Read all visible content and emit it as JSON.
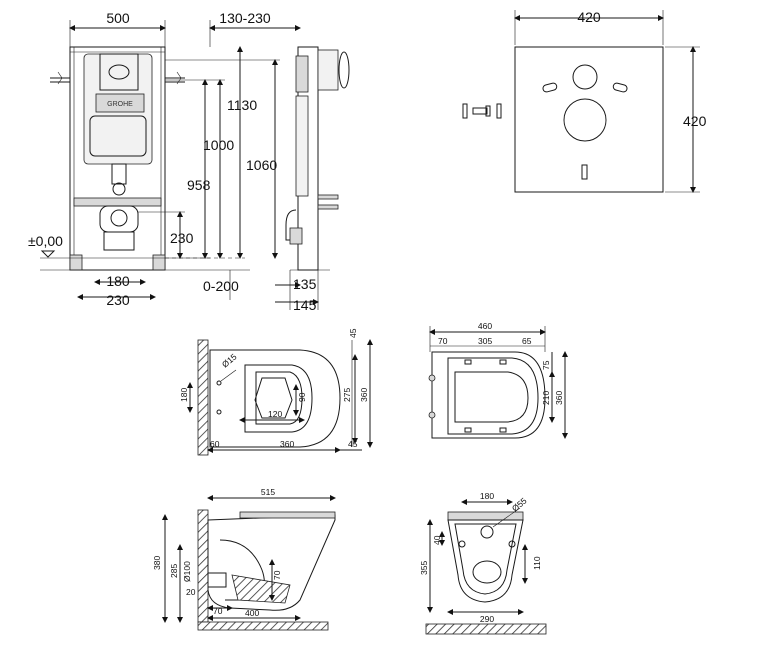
{
  "frame_view": {
    "width_top": "500",
    "depth_adjust": "130-230",
    "h1130": "1130",
    "h1000": "1000",
    "h958": "958",
    "h1060": "1060",
    "floor_level": "±0,00",
    "h230": "230",
    "w180": "180",
    "w230": "230",
    "floor_range": "0-200",
    "d135": "135",
    "d145": "145"
  },
  "insulation_view": {
    "width": "420",
    "height": "420"
  },
  "top_view": {
    "d15": "Ø15",
    "h180": "180",
    "d60": "60",
    "w120": "120",
    "h90": "90",
    "w360": "360",
    "w45b": "45",
    "h45t": "45",
    "h275": "275",
    "h360": "360"
  },
  "seat_view": {
    "w460": "460",
    "w70": "70",
    "w305": "305",
    "w65": "65",
    "h75": "75",
    "h210": "210",
    "h360": "360"
  },
  "side_view": {
    "w515": "515",
    "h380": "380",
    "h285": "285",
    "d100": "Ø100",
    "h70": "70",
    "h20": "20",
    "w70": "70",
    "w400": "400"
  },
  "front_view": {
    "w180": "180",
    "d55": "Ø55",
    "h40": "40",
    "h355": "355",
    "h110": "110",
    "w290": "290"
  }
}
